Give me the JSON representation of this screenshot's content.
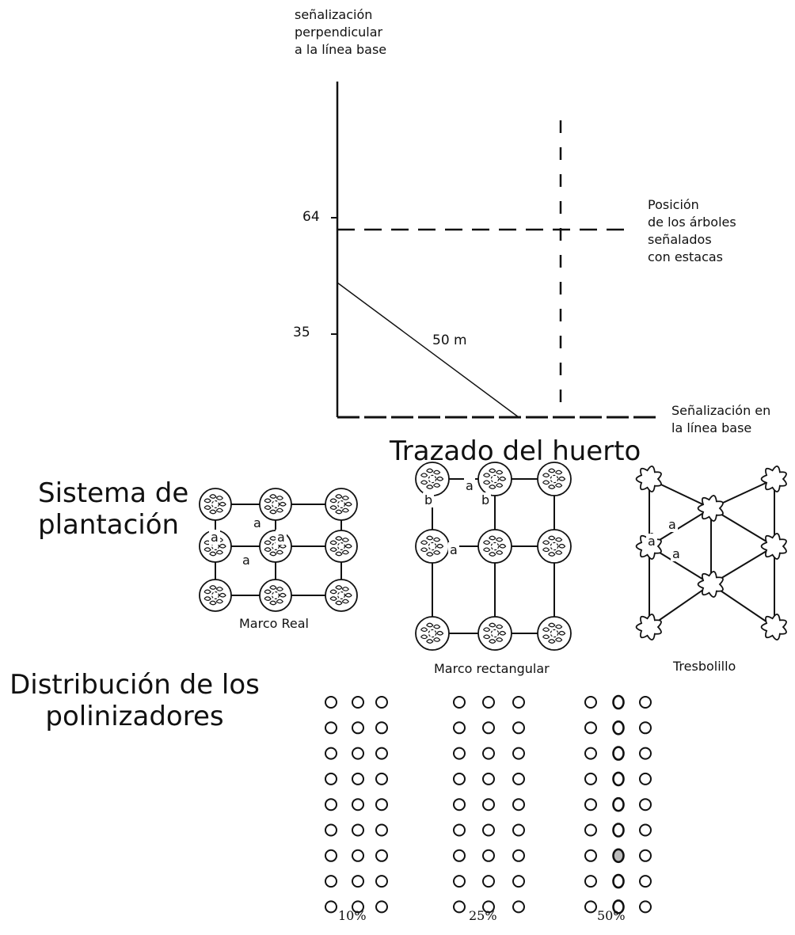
{
  "layout_diagram": {
    "perp_label": [
      "señalización",
      "perpendicular",
      "a la línea base"
    ],
    "tick_upper": "64",
    "tick_lower": "35",
    "diag_label": "50 m",
    "trees_label": [
      "Posición",
      "de los árboles",
      "señalados",
      "con estacas"
    ],
    "base_label": [
      "Señalización en",
      "la línea base"
    ],
    "title": "Trazado del huerto"
  },
  "planting": {
    "heading": [
      "Sistema de",
      "plantación"
    ],
    "marco_real": {
      "caption": "Marco Real",
      "letters": [
        "a",
        "a",
        "a",
        "a"
      ]
    },
    "marco_rect": {
      "caption": "Marco rectangular",
      "letters": [
        "a",
        "b",
        "b",
        "a"
      ]
    },
    "tresbolillo": {
      "caption": "Tresbolillo",
      "letters": [
        "a",
        "a",
        "a"
      ]
    }
  },
  "pollinators": {
    "heading": [
      "Distribución de los",
      "polinizadores"
    ],
    "percentages": [
      "10%",
      "25%",
      "50%"
    ],
    "rows": 9,
    "cols": 3,
    "highlight_col_50": 1
  },
  "colors": {
    "ink": "#111111",
    "background": "#ffffff"
  }
}
